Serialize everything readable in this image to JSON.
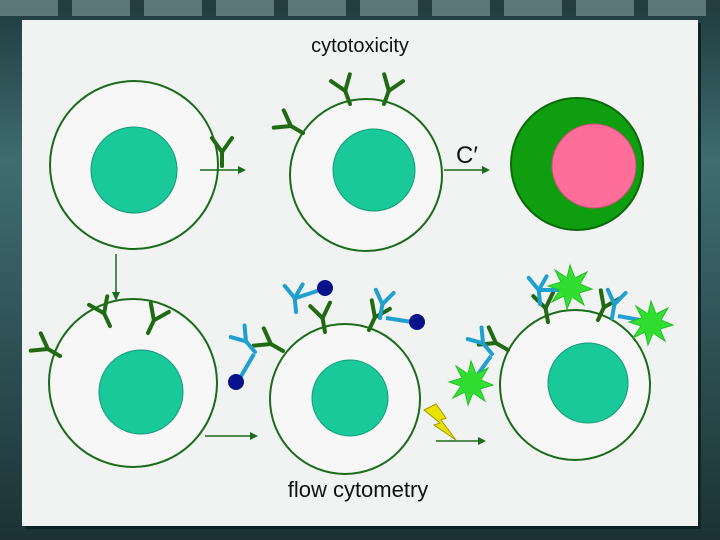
{
  "title": "cytotoxicity",
  "complement_label": "C′",
  "flow_label": "flow cytometry",
  "colors": {
    "cell_outline": "#1b6b1b",
    "nucleus": "#19c99a",
    "antibody": "#1f6a12",
    "secondary_antibody": "#1fa0d0",
    "fluorophore_blue": "#0a128a",
    "fluorophore_green": "#33e033",
    "dead_cell": "#0f9e0f",
    "dead_nucleus": "#ff6e9a",
    "lightning": "#e9e200"
  },
  "icons": [
    "antibody-icon",
    "lightning-icon",
    "fluorescent-star-icon"
  ]
}
